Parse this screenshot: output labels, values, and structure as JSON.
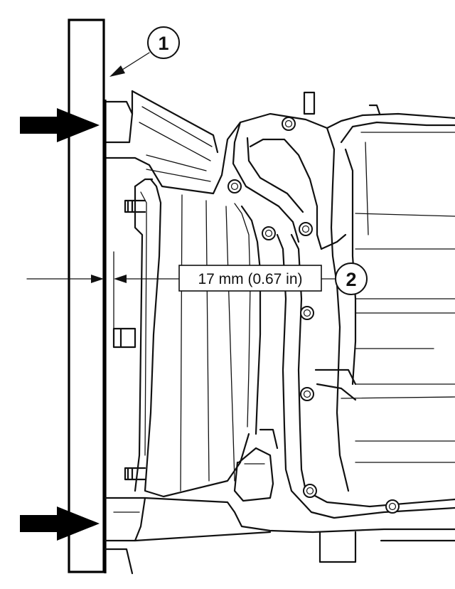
{
  "callouts": [
    {
      "number": "1"
    },
    {
      "number": "2"
    }
  ],
  "dimension": {
    "label": "17 mm (0.67 in)"
  }
}
